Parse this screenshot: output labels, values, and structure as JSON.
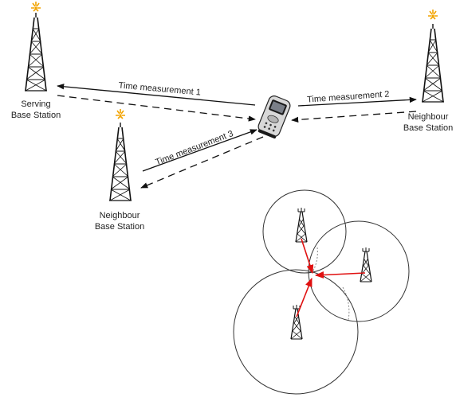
{
  "labels": {
    "serving_line1": "Serving",
    "serving_line2": "Base Station",
    "neighbour_right_line1": "Neighbour",
    "neighbour_right_line2": "Base Station",
    "neighbour_left_line1": "Neighbour",
    "neighbour_left_line2": "Base Station",
    "measurement_1": "Time measurement 1",
    "measurement_2": "Time measurement 2",
    "measurement_3": "Time measurement 3"
  },
  "colors": {
    "line": "#111111",
    "position_vectors": "#e01010",
    "antenna_flare": "#f2a400"
  },
  "icons": [
    "cell-tower-icon",
    "mobile-phone-icon",
    "lightning-flare-icon"
  ]
}
